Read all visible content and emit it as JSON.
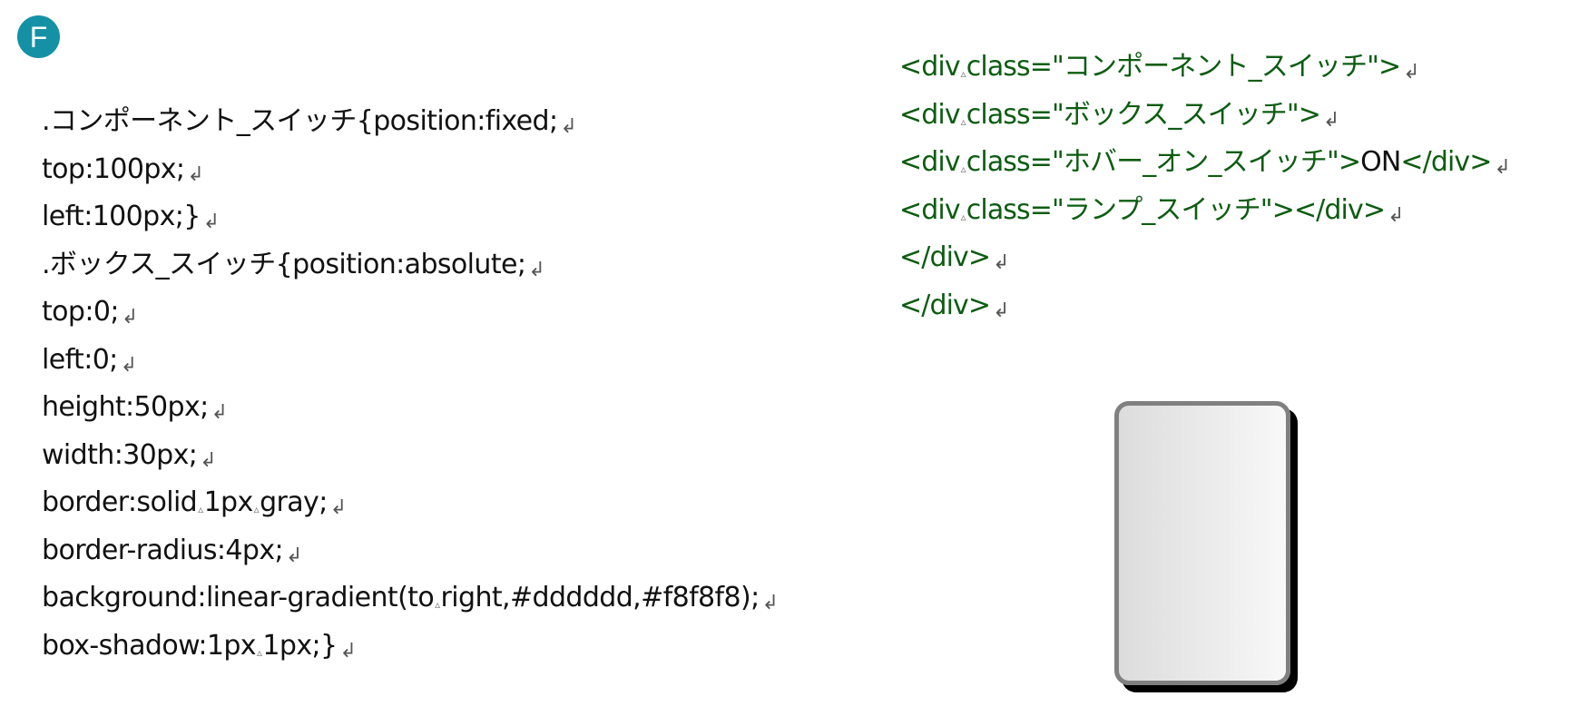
{
  "badge": {
    "letter": "F",
    "color": "#1591a6"
  },
  "space_marker": "▵",
  "newline_marker": "↲",
  "css_lines": [
    [
      {
        "t": ".コンポーネント_スイッチ{position:fixed;"
      }
    ],
    [
      {
        "t": "top:100px;"
      }
    ],
    [
      {
        "t": "left:100px;}"
      }
    ],
    [
      {
        "t": ".ボックス_スイッチ{position:absolute;"
      }
    ],
    [
      {
        "t": "top:0;"
      }
    ],
    [
      {
        "t": "left:0;"
      }
    ],
    [
      {
        "t": "height:50px;"
      }
    ],
    [
      {
        "t": "width:30px;"
      }
    ],
    [
      {
        "t": "border:solid"
      },
      {
        "sp": true
      },
      {
        "t": "1px"
      },
      {
        "sp": true
      },
      {
        "t": "gray;"
      }
    ],
    [
      {
        "t": "border-radius:4px;"
      }
    ],
    [
      {
        "t": "background:linear-gradient(to"
      },
      {
        "sp": true
      },
      {
        "t": "right,#dddddd,#f8f8f8);"
      }
    ],
    [
      {
        "t": "box-shadow:1px"
      },
      {
        "sp": true
      },
      {
        "t": "1px;}"
      }
    ]
  ],
  "html_lines": [
    [
      {
        "t": "<div"
      },
      {
        "sp": true
      },
      {
        "t": "class=\"コンポーネント_スイッチ\">"
      }
    ],
    [
      {
        "t": "<div"
      },
      {
        "sp": true
      },
      {
        "t": "class=\"ボックス_スイッチ\">"
      }
    ],
    [
      {
        "t": "<div"
      },
      {
        "sp": true
      },
      {
        "t": "class=\"ホバー_オン_スイッチ\">"
      },
      {
        "t": "ON",
        "dark": true
      },
      {
        "t": "</div>"
      }
    ],
    [
      {
        "t": "<div"
      },
      {
        "sp": true
      },
      {
        "t": "class=\"ランプ_スイッチ\"></div>"
      }
    ],
    [
      {
        "t": "</div>"
      }
    ],
    [
      {
        "t": "</div>"
      }
    ]
  ],
  "colors": {
    "html_code": "#0d5c12",
    "css_code": "#111111",
    "preview_border": "#808080",
    "preview_gradient_start": "#dddddd",
    "preview_gradient_end": "#f8f8f8",
    "preview_shadow": "#000000"
  }
}
